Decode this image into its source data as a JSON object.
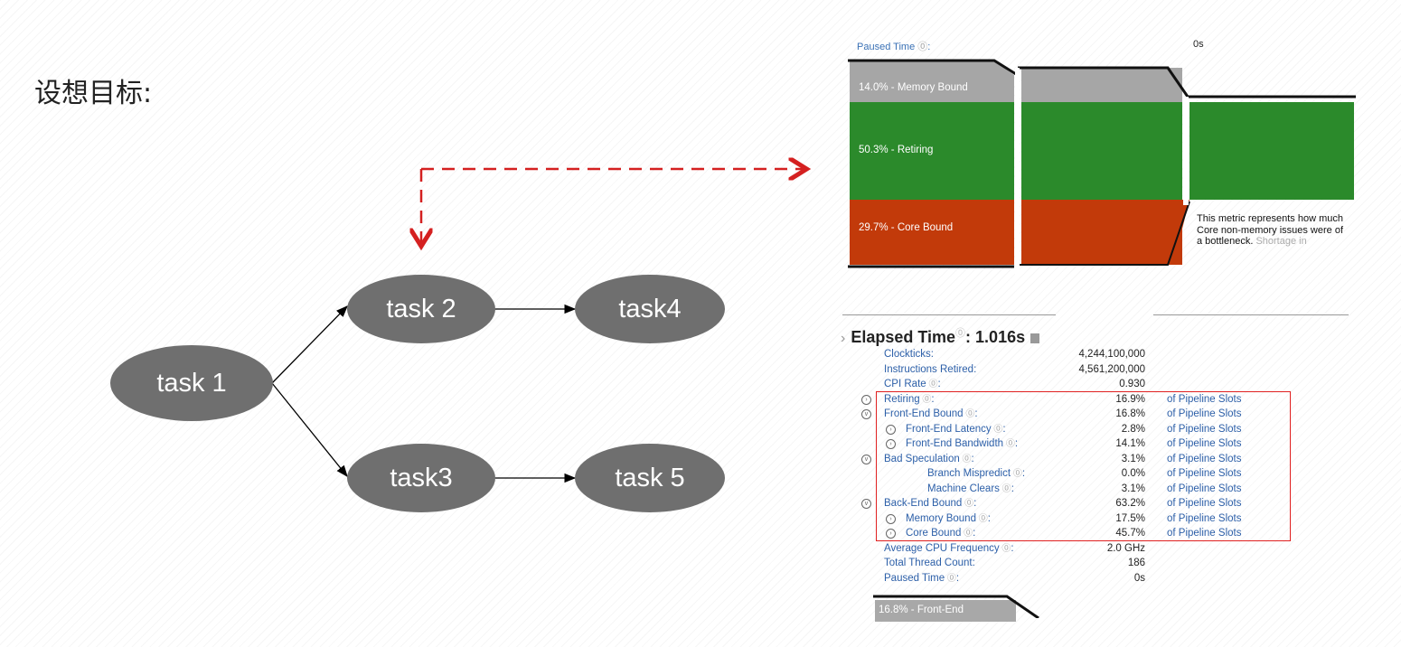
{
  "heading": "设想目标:",
  "diagram": {
    "nodes": {
      "task1": "task 1",
      "task2": "task 2",
      "task3": "task3",
      "task4": "task4",
      "task5": "task 5"
    },
    "colors": {
      "node": "#6f6f6f",
      "dashed_arrow": "#d42020",
      "edge": "#000000"
    }
  },
  "pipeline_panel": {
    "paused_time_label": "Paused Time",
    "paused_time_value": "0s",
    "bars": [
      {
        "label": "14.0% - Memory Bound",
        "color": "#a6a6a6"
      },
      {
        "label": "50.3% - Retiring",
        "color": "#2b8a2b"
      },
      {
        "label": "29.7% - Core Bound",
        "color": "#c23a0a"
      }
    ],
    "tooltip_main": "This metric represents how much Core non-memory issues were of a bottleneck.",
    "tooltip_fade": "Shortage in"
  },
  "metrics": {
    "elapsed_label": "Elapsed Time",
    "elapsed_value": ": 1.016s",
    "rows": [
      {
        "name": "Clockticks:",
        "value": "4,244,100,000",
        "unit": ""
      },
      {
        "name": "Instructions Retired:",
        "value": "4,561,200,000",
        "unit": ""
      },
      {
        "name": "CPI Rate",
        "value": "0.930",
        "unit": ""
      },
      {
        "name": "Retiring",
        "value": "16.9%",
        "unit": "of Pipeline Slots"
      },
      {
        "name": "Front-End Bound",
        "value": "16.8%",
        "unit": "of Pipeline Slots"
      },
      {
        "name": "Front-End Latency",
        "value": "2.8%",
        "unit": "of Pipeline Slots"
      },
      {
        "name": "Front-End Bandwidth",
        "value": "14.1%",
        "unit": "of Pipeline Slots"
      },
      {
        "name": "Bad Speculation",
        "value": "3.1%",
        "unit": "of Pipeline Slots"
      },
      {
        "name": "Branch Mispredict",
        "value": "0.0%",
        "unit": "of Pipeline Slots"
      },
      {
        "name": "Machine Clears",
        "value": "3.1%",
        "unit": "of Pipeline Slots"
      },
      {
        "name": "Back-End Bound",
        "value": "63.2%",
        "unit": "of Pipeline Slots"
      },
      {
        "name": "Memory Bound",
        "value": "17.5%",
        "unit": "of Pipeline Slots"
      },
      {
        "name": "Core Bound",
        "value": "45.7%",
        "unit": "of Pipeline Slots"
      },
      {
        "name": "Average CPU Frequency",
        "value": "2.0 GHz",
        "unit": ""
      },
      {
        "name": "Total Thread Count:",
        "value": "186",
        "unit": ""
      },
      {
        "name": "Paused Time",
        "value": "0s",
        "unit": ""
      }
    ],
    "bottom_bar_label": "16.8% - Front-End"
  }
}
